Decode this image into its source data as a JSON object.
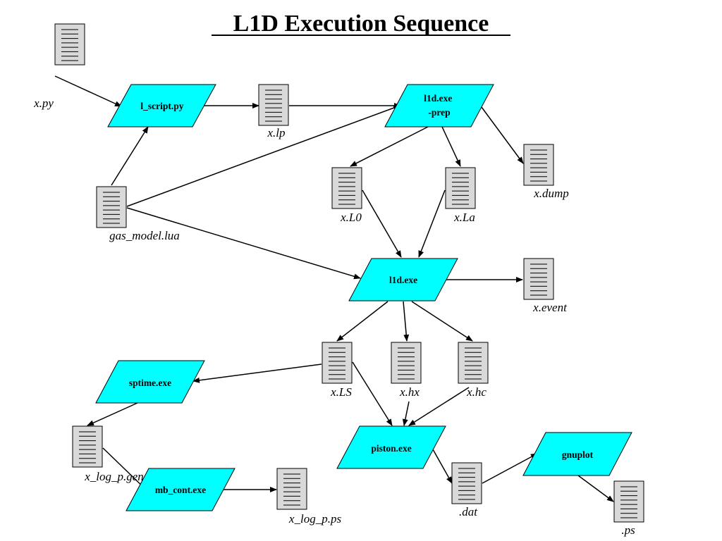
{
  "title": "L1D Execution Sequence",
  "processes": {
    "l_script": {
      "lines": [
        "l_script.py"
      ]
    },
    "l1d_prep": {
      "lines": [
        "l1d.exe",
        "-prep"
      ]
    },
    "l1d": {
      "lines": [
        "l1d.exe"
      ]
    },
    "sptime": {
      "lines": [
        "sptime.exe"
      ]
    },
    "piston": {
      "lines": [
        "piston.exe"
      ]
    },
    "mb_cont": {
      "lines": [
        "mb_cont.exe"
      ]
    },
    "gnuplot": {
      "lines": [
        "gnuplot"
      ]
    }
  },
  "files": {
    "x_py": "x.py",
    "x_lp": "x.lp",
    "gas_model": "gas_model.lua",
    "x_dump": "x.dump",
    "x_L0": "x.L0",
    "x_La": "x.La",
    "x_event": "x.event",
    "x_LS": "x.LS",
    "x_hx": "x.hx",
    "x_hc": "x.hc",
    "x_log_p_gen": "x_log_p.gen",
    "dat": ".dat",
    "x_log_p_ps": "x_log_p.ps",
    "ps": ".ps"
  },
  "colors": {
    "process_fill": "#00ffff",
    "file_fill": "#d9d9d9",
    "stroke": "#000000"
  }
}
